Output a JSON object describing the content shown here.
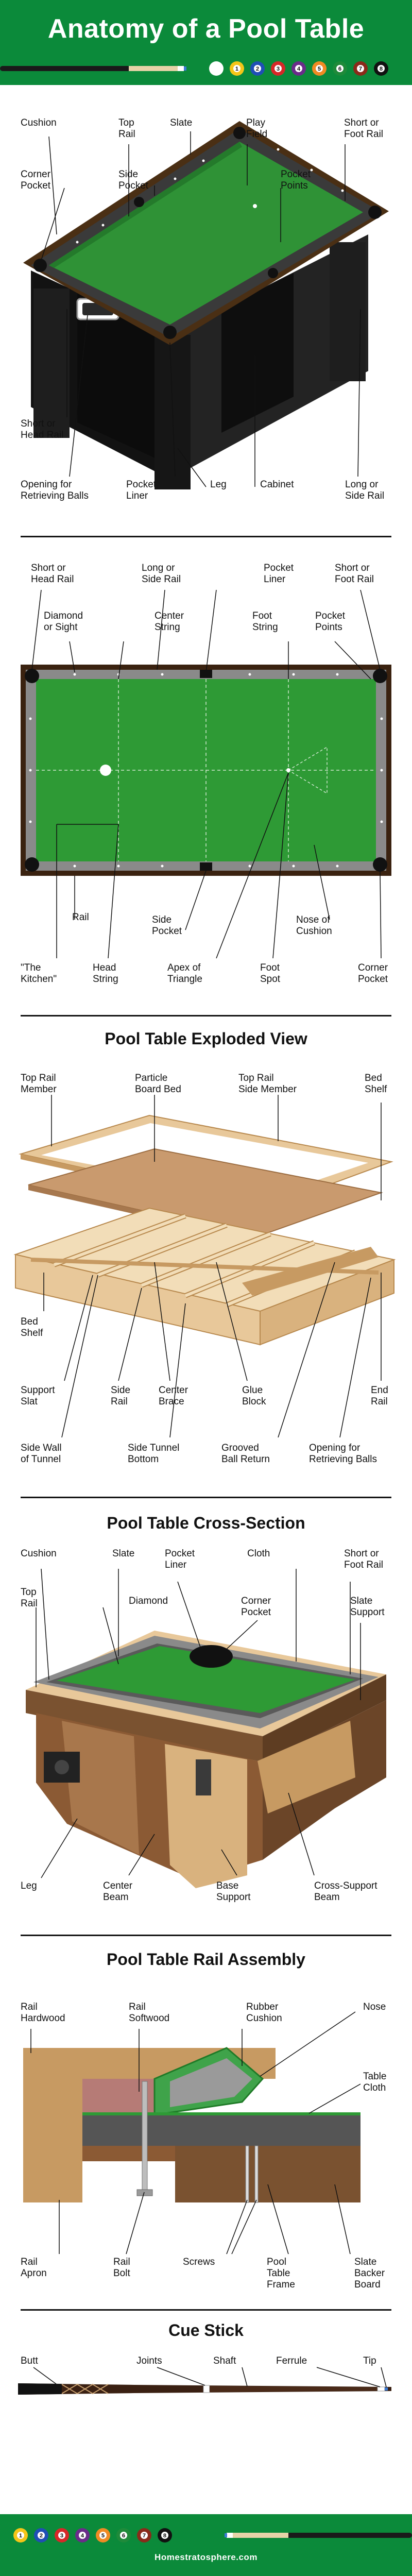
{
  "header": {
    "title": "Anatomy of a Pool Table"
  },
  "ball_numbers": [
    "1",
    "2",
    "3",
    "4",
    "5",
    "6",
    "7",
    "8"
  ],
  "footer": {
    "site": "Homestratosphere.com"
  },
  "sections": {
    "exploded": "Pool Table Exploded View",
    "cross": "Pool Table Cross-Section",
    "rail": "Pool Table Rail Assembly",
    "cue": "Cue Stick"
  },
  "labels": {
    "s1": {
      "cushion": "Cushion",
      "top_rail": "Top\nRail",
      "slate": "Slate",
      "play_field": "Play\nField",
      "short_foot_rail": "Short or\nFoot Rail",
      "corner_pocket": "Corner\nPocket",
      "side_pocket": "Side\nPocket",
      "pocket_points": "Pocket\nPoints",
      "short_head_rail": "Short or\nHead Rail",
      "opening": "Opening for\nRetrieving Balls",
      "pocket_liner": "Pocket\nLiner",
      "leg": "Leg",
      "cabinet": "Cabinet",
      "long_side_rail": "Long or\nSide Rail"
    },
    "s2": {
      "short_head_rail": "Short or\nHead Rail",
      "long_side_rail": "Long or\nSide Rail",
      "pocket_liner": "Pocket\nLiner",
      "short_foot_rail": "Short or\nFoot Rail",
      "diamond": "Diamond\nor Sight",
      "center_string": "Center\nString",
      "foot_string": "Foot\nString",
      "pocket_points": "Pocket\nPoints",
      "rail": "Rail",
      "side_pocket": "Side\nPocket",
      "nose": "Nose of\nCushion",
      "kitchen": "\"The\nKitchen\"",
      "head_string": "Head\nString",
      "apex": "Apex of\nTriangle",
      "foot_spot": "Foot\nSpot",
      "corner_pocket": "Corner\nPocket"
    },
    "s3": {
      "top_rail_member": "Top Rail\nMember",
      "particle_board": "Particle\nBoard Bed",
      "top_rail_side": "Top Rail\nSide Member",
      "bed_shelf_r": "Bed\nShelf",
      "bed_shelf_l": "Bed\nShelf",
      "support_slat": "Support\nSlat",
      "side_rail": "Side\nRail",
      "center_brace": "Center\nBrace",
      "glue_block": "Glue\nBlock",
      "end_rail": "End\nRail",
      "side_wall": "Side Wall\nof Tunnel",
      "side_tunnel": "Side Tunnel\nBottom",
      "grooved": "Grooved\nBall Return",
      "opening": "Opening for\nRetrieving Balls"
    },
    "s4": {
      "cushion": "Cushion",
      "slate": "Slate",
      "pocket_liner": "Pocket\nLiner",
      "cloth": "Cloth",
      "short_foot_rail": "Short or\nFoot Rail",
      "top_rail": "Top\nRail",
      "diamond": "Diamond",
      "corner_pocket": "Corner\nPocket",
      "slate_support": "Slate\nSupport",
      "leg": "Leg",
      "center_beam": "Center\nBeam",
      "base_support": "Base\nSupport",
      "cross_support": "Cross-Support\nBeam"
    },
    "s5": {
      "rail_hardwood": "Rail\nHardwood",
      "rail_softwood": "Rail\nSoftwood",
      "rubber_cushion": "Rubber\nCushion",
      "nose": "Nose",
      "table_cloth": "Table\nCloth",
      "rail_apron": "Rail\nApron",
      "rail_bolt": "Rail\nBolt",
      "screws": "Screws",
      "pool_table_frame": "Pool\nTable\nFrame",
      "slate_backer": "Slate\nBacker\nBoard"
    },
    "s6": {
      "butt": "Butt",
      "joints": "Joints",
      "shaft": "Shaft",
      "ferrule": "Ferrule",
      "tip": "Tip"
    }
  },
  "colors": {
    "brand_green": "#0b8a3a",
    "felt": "#2e9a35",
    "felt_dark": "#1f7a27",
    "wood": "#e8c89a",
    "wood_dark": "#c79a62",
    "cabinet": "#1c1c1c",
    "brown": "#6b4a2a",
    "pink": "#b67b76",
    "slate_gray": "#5a5a5a"
  }
}
